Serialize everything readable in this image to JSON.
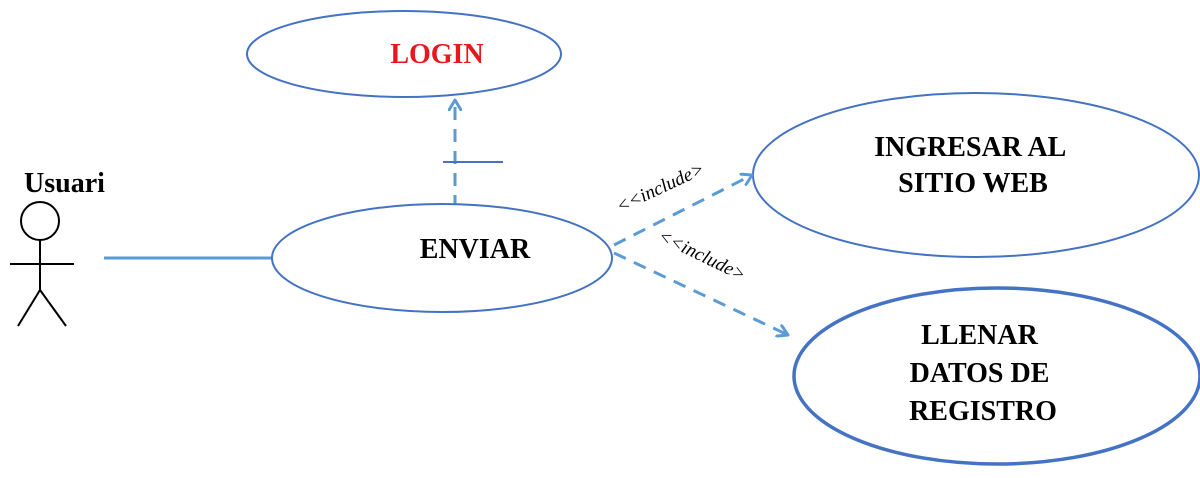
{
  "actor": {
    "name": "Usuari"
  },
  "use_cases": {
    "login": "LOGIN",
    "enviar": "ENVIAR",
    "ingresar": [
      "INGRESAR AL",
      "SITIO WEB"
    ],
    "llenar": [
      "LLENAR",
      "DATOS DE",
      "REGISTRO"
    ]
  },
  "relations": {
    "include_1": "<<include>",
    "include_2": "<<include>"
  },
  "colors": {
    "ellipse_stroke": "#4472C4",
    "line": "#5B9BD5",
    "login_text": "#E8161E",
    "text": "#000000"
  }
}
